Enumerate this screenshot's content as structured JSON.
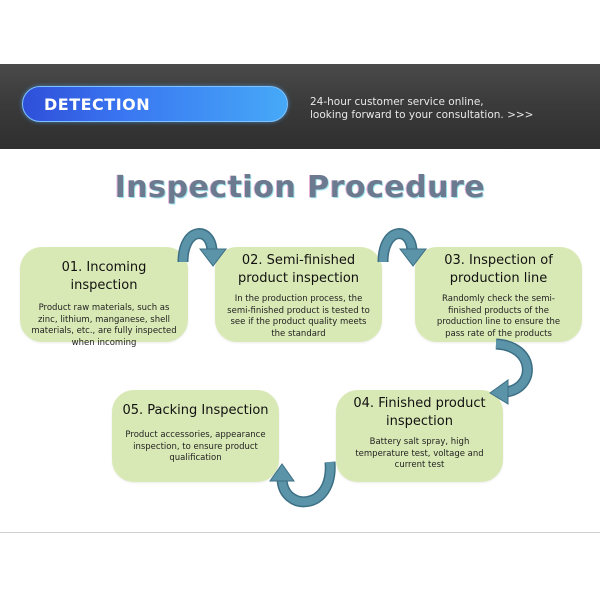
{
  "banner": {
    "label": "DETECTION",
    "service_line1": "24-hour customer service online,",
    "service_line2": "looking forward to your consultation. >>>"
  },
  "title": "Inspection Procedure",
  "steps": [
    {
      "title_lines": [
        "01. Incoming inspection"
      ],
      "desc_lines": [
        "Product raw materials, such as",
        "zinc, lithium, manganese, shell",
        "materials, etc., are fully inspected",
        "when incoming"
      ]
    },
    {
      "title_lines": [
        "02. Semi-finished",
        "product inspection"
      ],
      "desc_lines": [
        "In the production process, the",
        "semi-finished product is tested to",
        "see if the product quality meets",
        "the standard"
      ]
    },
    {
      "title_lines": [
        "03. Inspection of",
        "production line"
      ],
      "desc_lines": [
        "Randomly check the semi-",
        "finished products of the",
        "production line to ensure the",
        "pass rate of the products"
      ]
    },
    {
      "title_lines": [
        "04. Finished product",
        "inspection"
      ],
      "desc_lines": [
        "Battery salt spray, high",
        "temperature test, voltage and",
        "current test"
      ]
    },
    {
      "title_lines": [
        "05. Packing Inspection"
      ],
      "desc_lines": [
        "Product accessories, appearance",
        "inspection, to ensure product",
        "qualification"
      ]
    }
  ],
  "colors": {
    "card": "#d9e9b5",
    "arrow": "#5b93a9",
    "arrow_edge": "#3c6f84",
    "banner_gradient_start": "#2f4fd9",
    "banner_gradient_end": "#46a9f7"
  },
  "icons": [
    "curved-arrow-icon"
  ]
}
